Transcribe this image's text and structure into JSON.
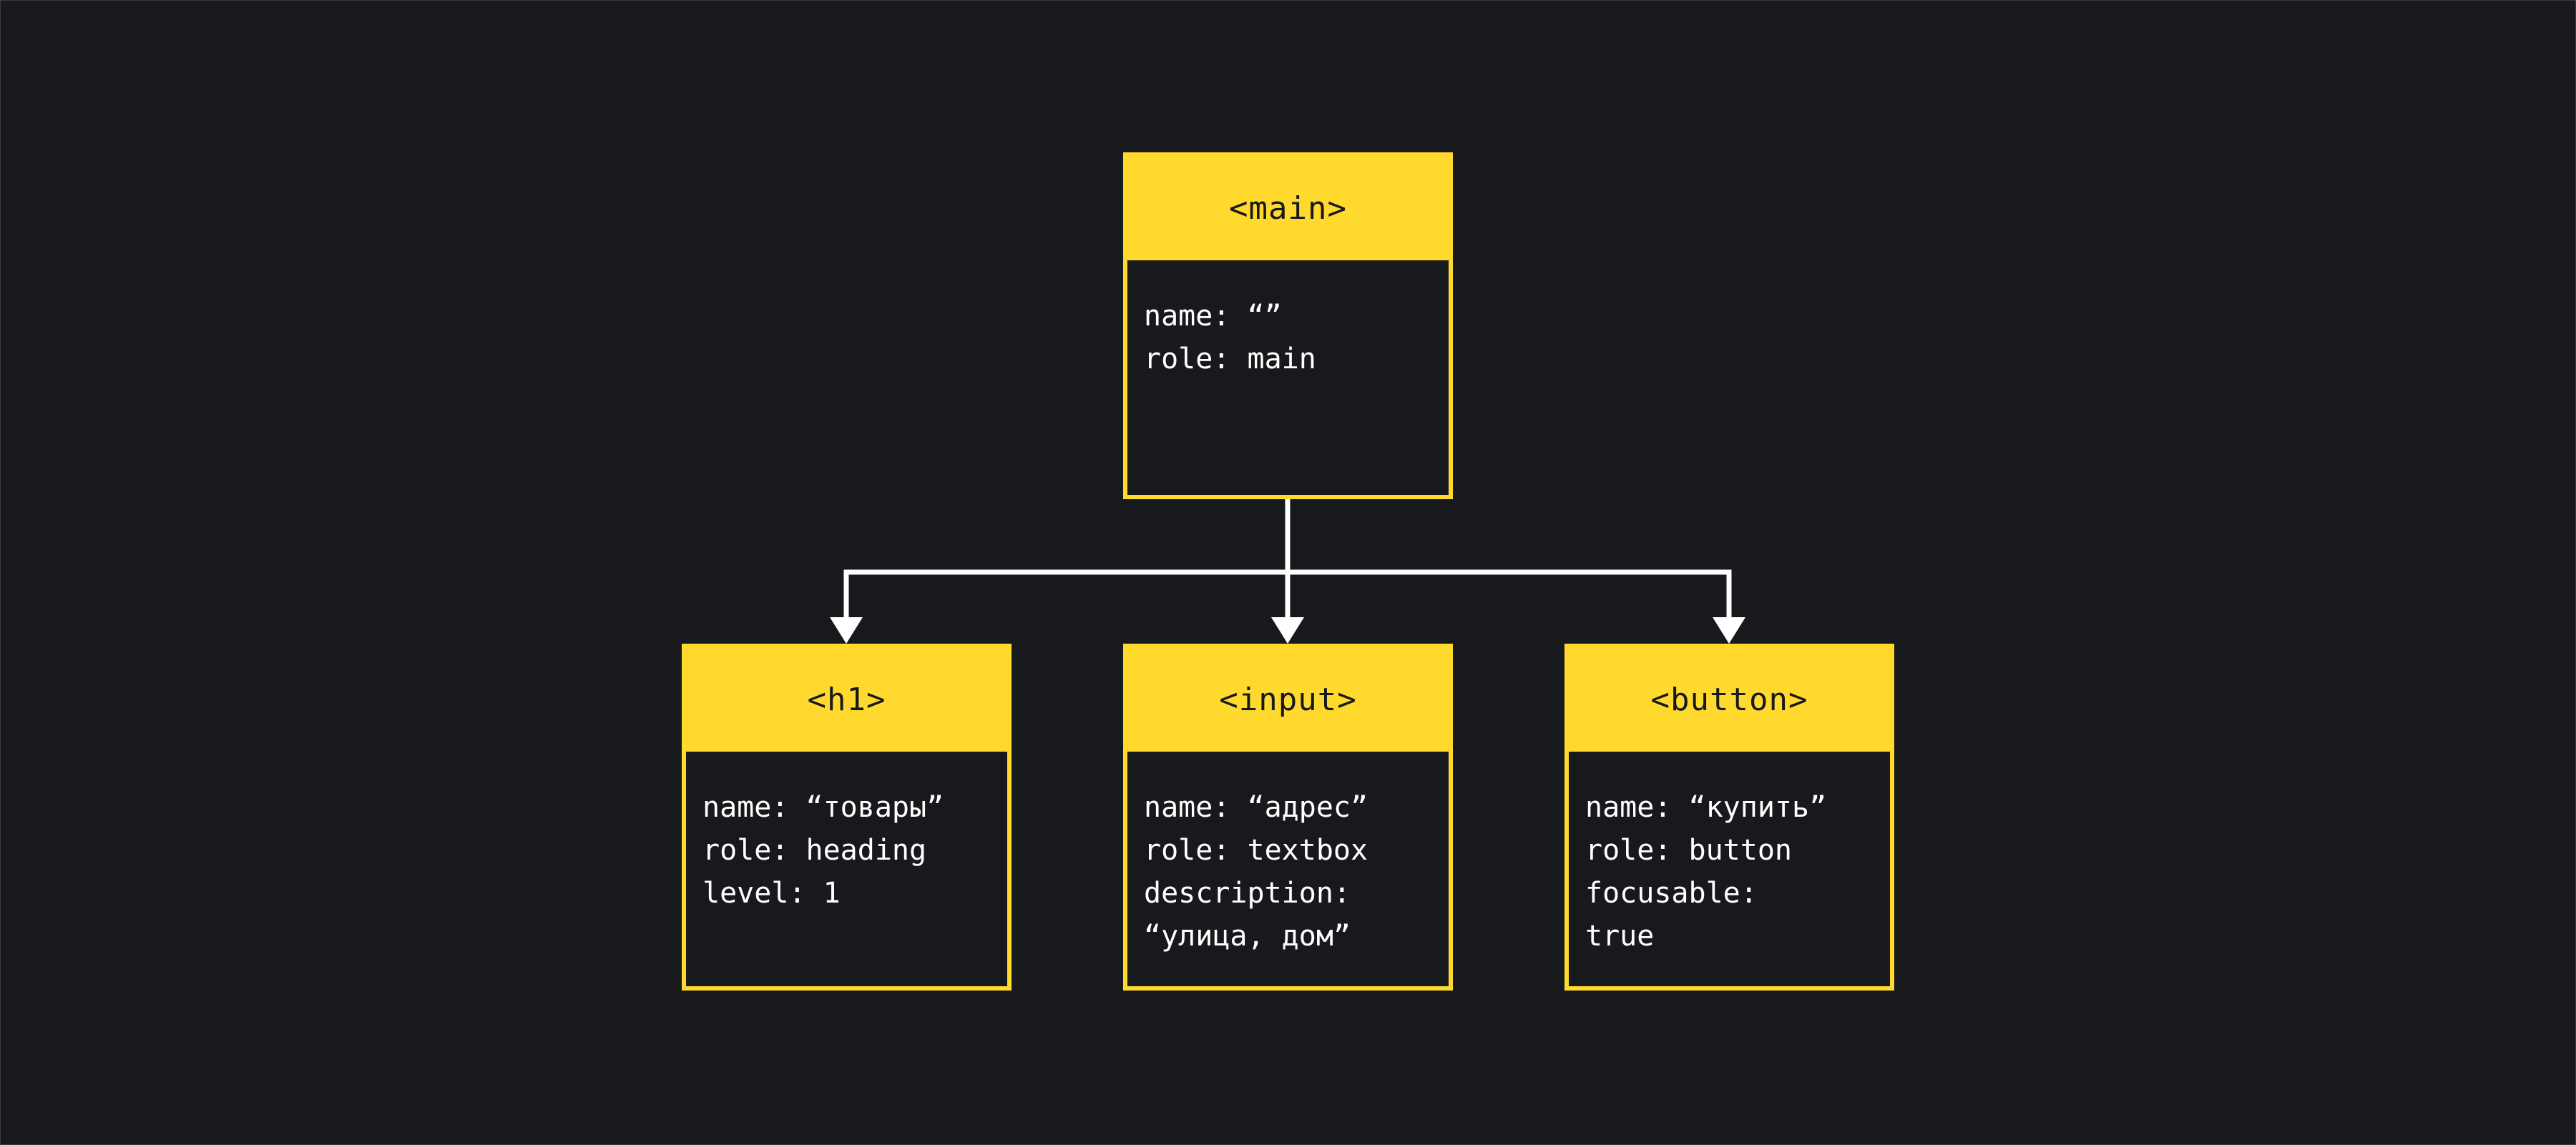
{
  "colors": {
    "background": "#18191c",
    "accent": "#ffd92e",
    "text": "#ffffff",
    "connector": "#ffffff"
  },
  "root": {
    "tag": "<main>",
    "props": [
      "name: “”",
      "role: main"
    ]
  },
  "children": [
    {
      "tag": "<h1>",
      "props": [
        "name: “товары”",
        "role: heading",
        "level: 1"
      ]
    },
    {
      "tag": "<input>",
      "props": [
        "name: “адрес”",
        "role: textbox",
        "description:",
        "“улица, дом”"
      ]
    },
    {
      "tag": "<button>",
      "props": [
        "name: “купить”",
        "role: button",
        "focusable:",
        "true"
      ]
    }
  ]
}
